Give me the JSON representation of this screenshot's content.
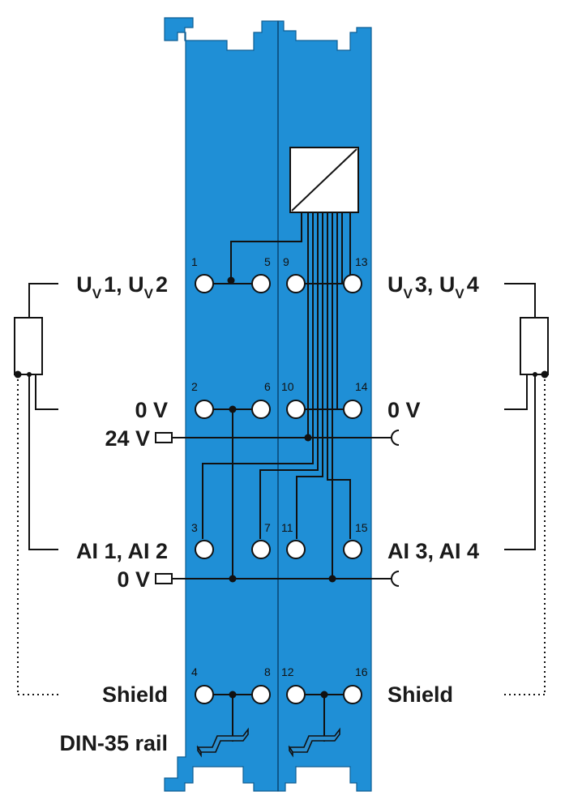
{
  "colors": {
    "module": "#1f8fd6",
    "wire": "#111111",
    "terminal_fill": "#ffffff",
    "background": "#ffffff"
  },
  "converter_icon": "analog-digital-converter-icon",
  "rail_icon": "din-rail-icon",
  "terminal_numbers": [
    "1",
    "2",
    "3",
    "4",
    "5",
    "6",
    "7",
    "8",
    "9",
    "10",
    "11",
    "12",
    "13",
    "14",
    "15",
    "16"
  ],
  "labels": {
    "left": {
      "uv_a": "U",
      "uv_a_sub": "V",
      "uv_a_mid": "1, U",
      "uv_a_sub2": "V",
      "uv_a_end": "2",
      "zero_v": "0 V",
      "supply_24v": "24 V",
      "ai": "AI 1, AI 2",
      "supply_0v": "0 V",
      "shield": "Shield",
      "rail": "DIN-35 rail"
    },
    "right": {
      "uv_a": "U",
      "uv_a_sub": "V",
      "uv_a_mid": "3, U",
      "uv_a_sub2": "V",
      "uv_a_end": "4",
      "zero_v": "0 V",
      "ai": "AI 3, AI 4",
      "shield": "Shield"
    }
  }
}
